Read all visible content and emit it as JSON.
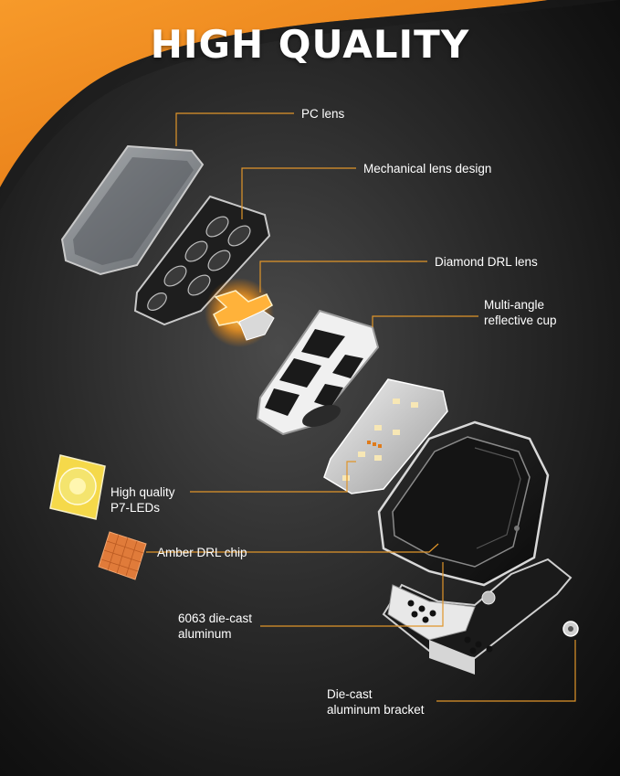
{
  "title": "HIGH QUALITY",
  "colors": {
    "accent_orange": "#f08a1c",
    "leader_line": "#e0952a",
    "background_dark": "#1a1a1a",
    "text": "#ffffff"
  },
  "callouts": {
    "pc_lens": "PC lens",
    "mechanical_lens": "Mechanical lens design",
    "diamond_drl": "Diamond DRL lens",
    "reflective_cup_line1": "Multi-angle",
    "reflective_cup_line2": "reflective cup",
    "p7_led_line1": "High quality",
    "p7_led_line2": "P7-LEDs",
    "amber_chip": "Amber DRL chip",
    "aluminum_line1": "6063 die-cast",
    "aluminum_line2": "aluminum",
    "bracket_line1": "Die-cast",
    "bracket_line2": "aluminum bracket"
  }
}
